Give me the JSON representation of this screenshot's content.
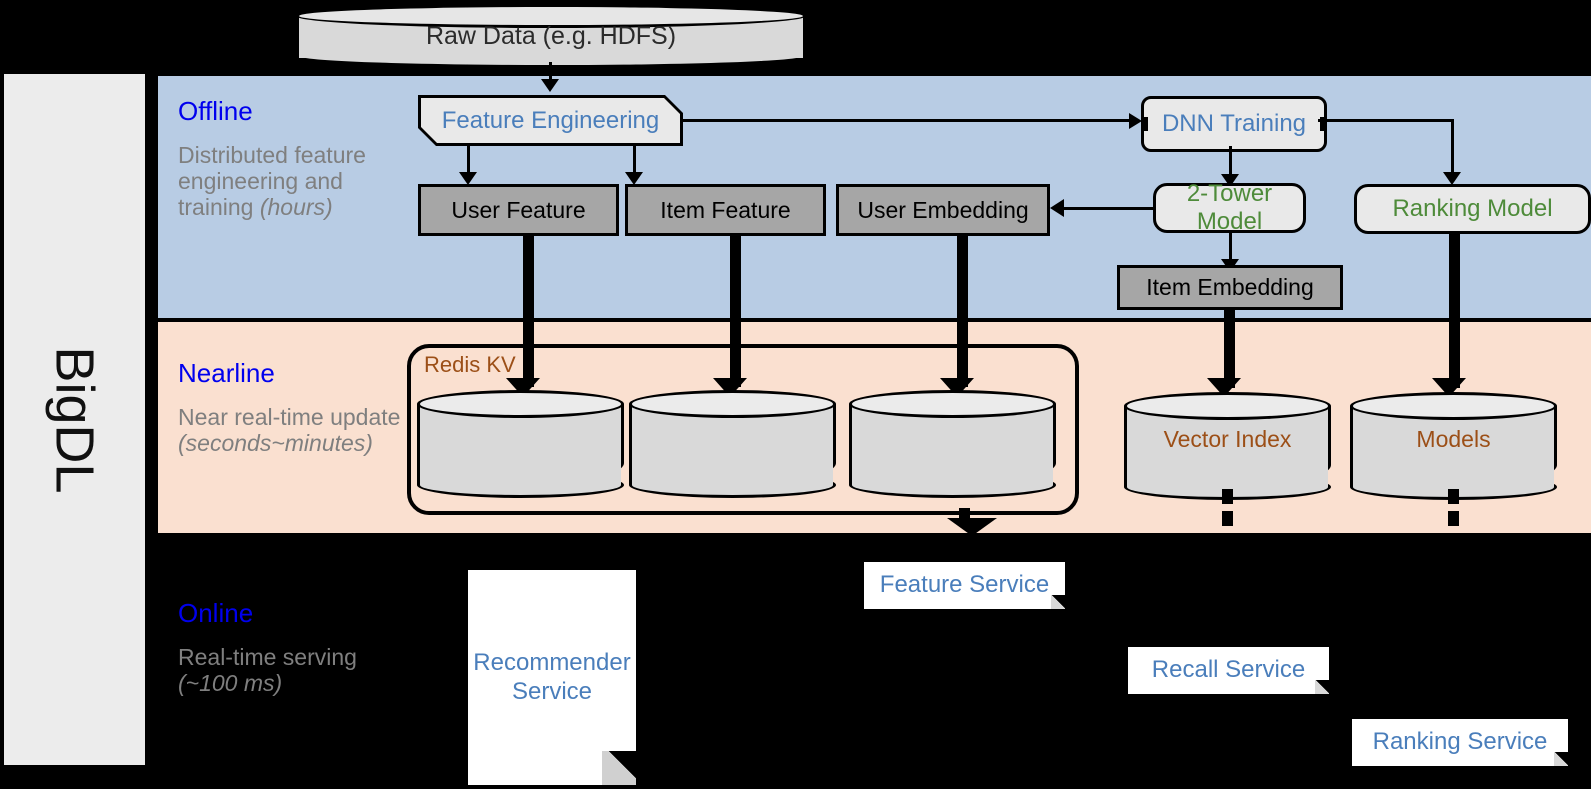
{
  "diagram": {
    "sidebar_label": "BigDL",
    "source": {
      "label": "Raw Data (e.g. HDFS)"
    },
    "bands": [
      {
        "id": "offline",
        "title": "Offline",
        "desc_plain": "Distributed feature engineering and training ",
        "desc_italic": "(hours)",
        "bg_color": "#b8cce4"
      },
      {
        "id": "nearline",
        "title": "Nearline",
        "desc_plain": "Near real-time update ",
        "desc_italic": "(seconds~minutes)",
        "bg_color": "#fae0d0"
      },
      {
        "id": "online",
        "title": "Online",
        "desc_plain": "Real-time serving ",
        "desc_italic": "(~100 ms)",
        "bg_color": "#000000"
      }
    ],
    "offline_nodes": {
      "feature_engineering": "Feature Engineering",
      "dnn_training": "DNN Training",
      "user_feature": "User Feature",
      "item_feature": "Item Feature",
      "user_embedding": "User Embedding",
      "two_tower_model": "2-Tower Model",
      "ranking_model": "Ranking Model",
      "item_embedding": "Item Embedding"
    },
    "nearline_nodes": {
      "redis_kv": "Redis KV",
      "store_user_feature": "",
      "store_item_feature": "",
      "store_user_embedding": "",
      "vector_index": "Vector Index",
      "models": "Models"
    },
    "online_nodes": {
      "recommender_service": "Recommender Service",
      "feature_service": "Feature Service",
      "recall_service": "Recall Service",
      "ranking_service": "Ranking Service"
    },
    "colors": {
      "band_offline": "#b8cce4",
      "band_nearline": "#fae0d0",
      "title_blue": "#0000ee",
      "desc_grey": "#7f7f7f",
      "node_blue_text": "#4a7ebb",
      "node_green_text": "#4e8b3a",
      "store_brown_text": "#9c4f17",
      "grey_box_fill": "#a6a6a6",
      "light_box_fill": "#e9e9e9",
      "cylinder_fill": "#d9d9d9",
      "sidebar_fill": "#ececec"
    }
  }
}
